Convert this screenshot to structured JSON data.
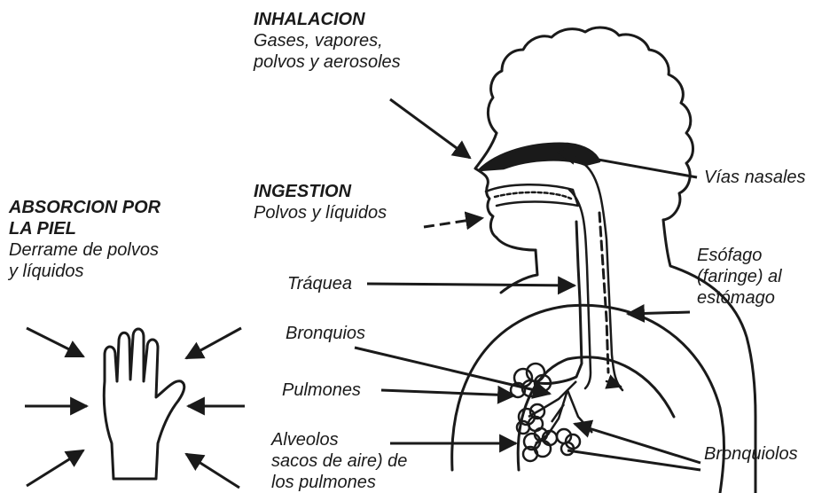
{
  "inhalation": {
    "heading": "INHALACION",
    "line1": "Gases, vapores,",
    "line2": "polvos y aerosoles"
  },
  "ingestion": {
    "heading": "INGESTION",
    "line1": "Polvos y líquidos"
  },
  "skin": {
    "heading1": "ABSORCION POR",
    "heading2": "LA PIEL",
    "line1": "Derrame de polvos",
    "line2": "y líquidos"
  },
  "labels": {
    "nasal": "Vías nasales",
    "esophagus1": "Esófago",
    "esophagus2": "(faringe) al",
    "esophagus3": "estómago",
    "trachea": "Tráquea",
    "bronchi": "Bronquios",
    "lungs": "Pulmones",
    "alveoli1": "Alveolos",
    "alveoli2": "sacos de aire) de",
    "alveoli3": "los pulmones",
    "bronchioles": "Bronquiolos"
  },
  "colors": {
    "ink": "#1a1a1a",
    "background": "#ffffff"
  }
}
